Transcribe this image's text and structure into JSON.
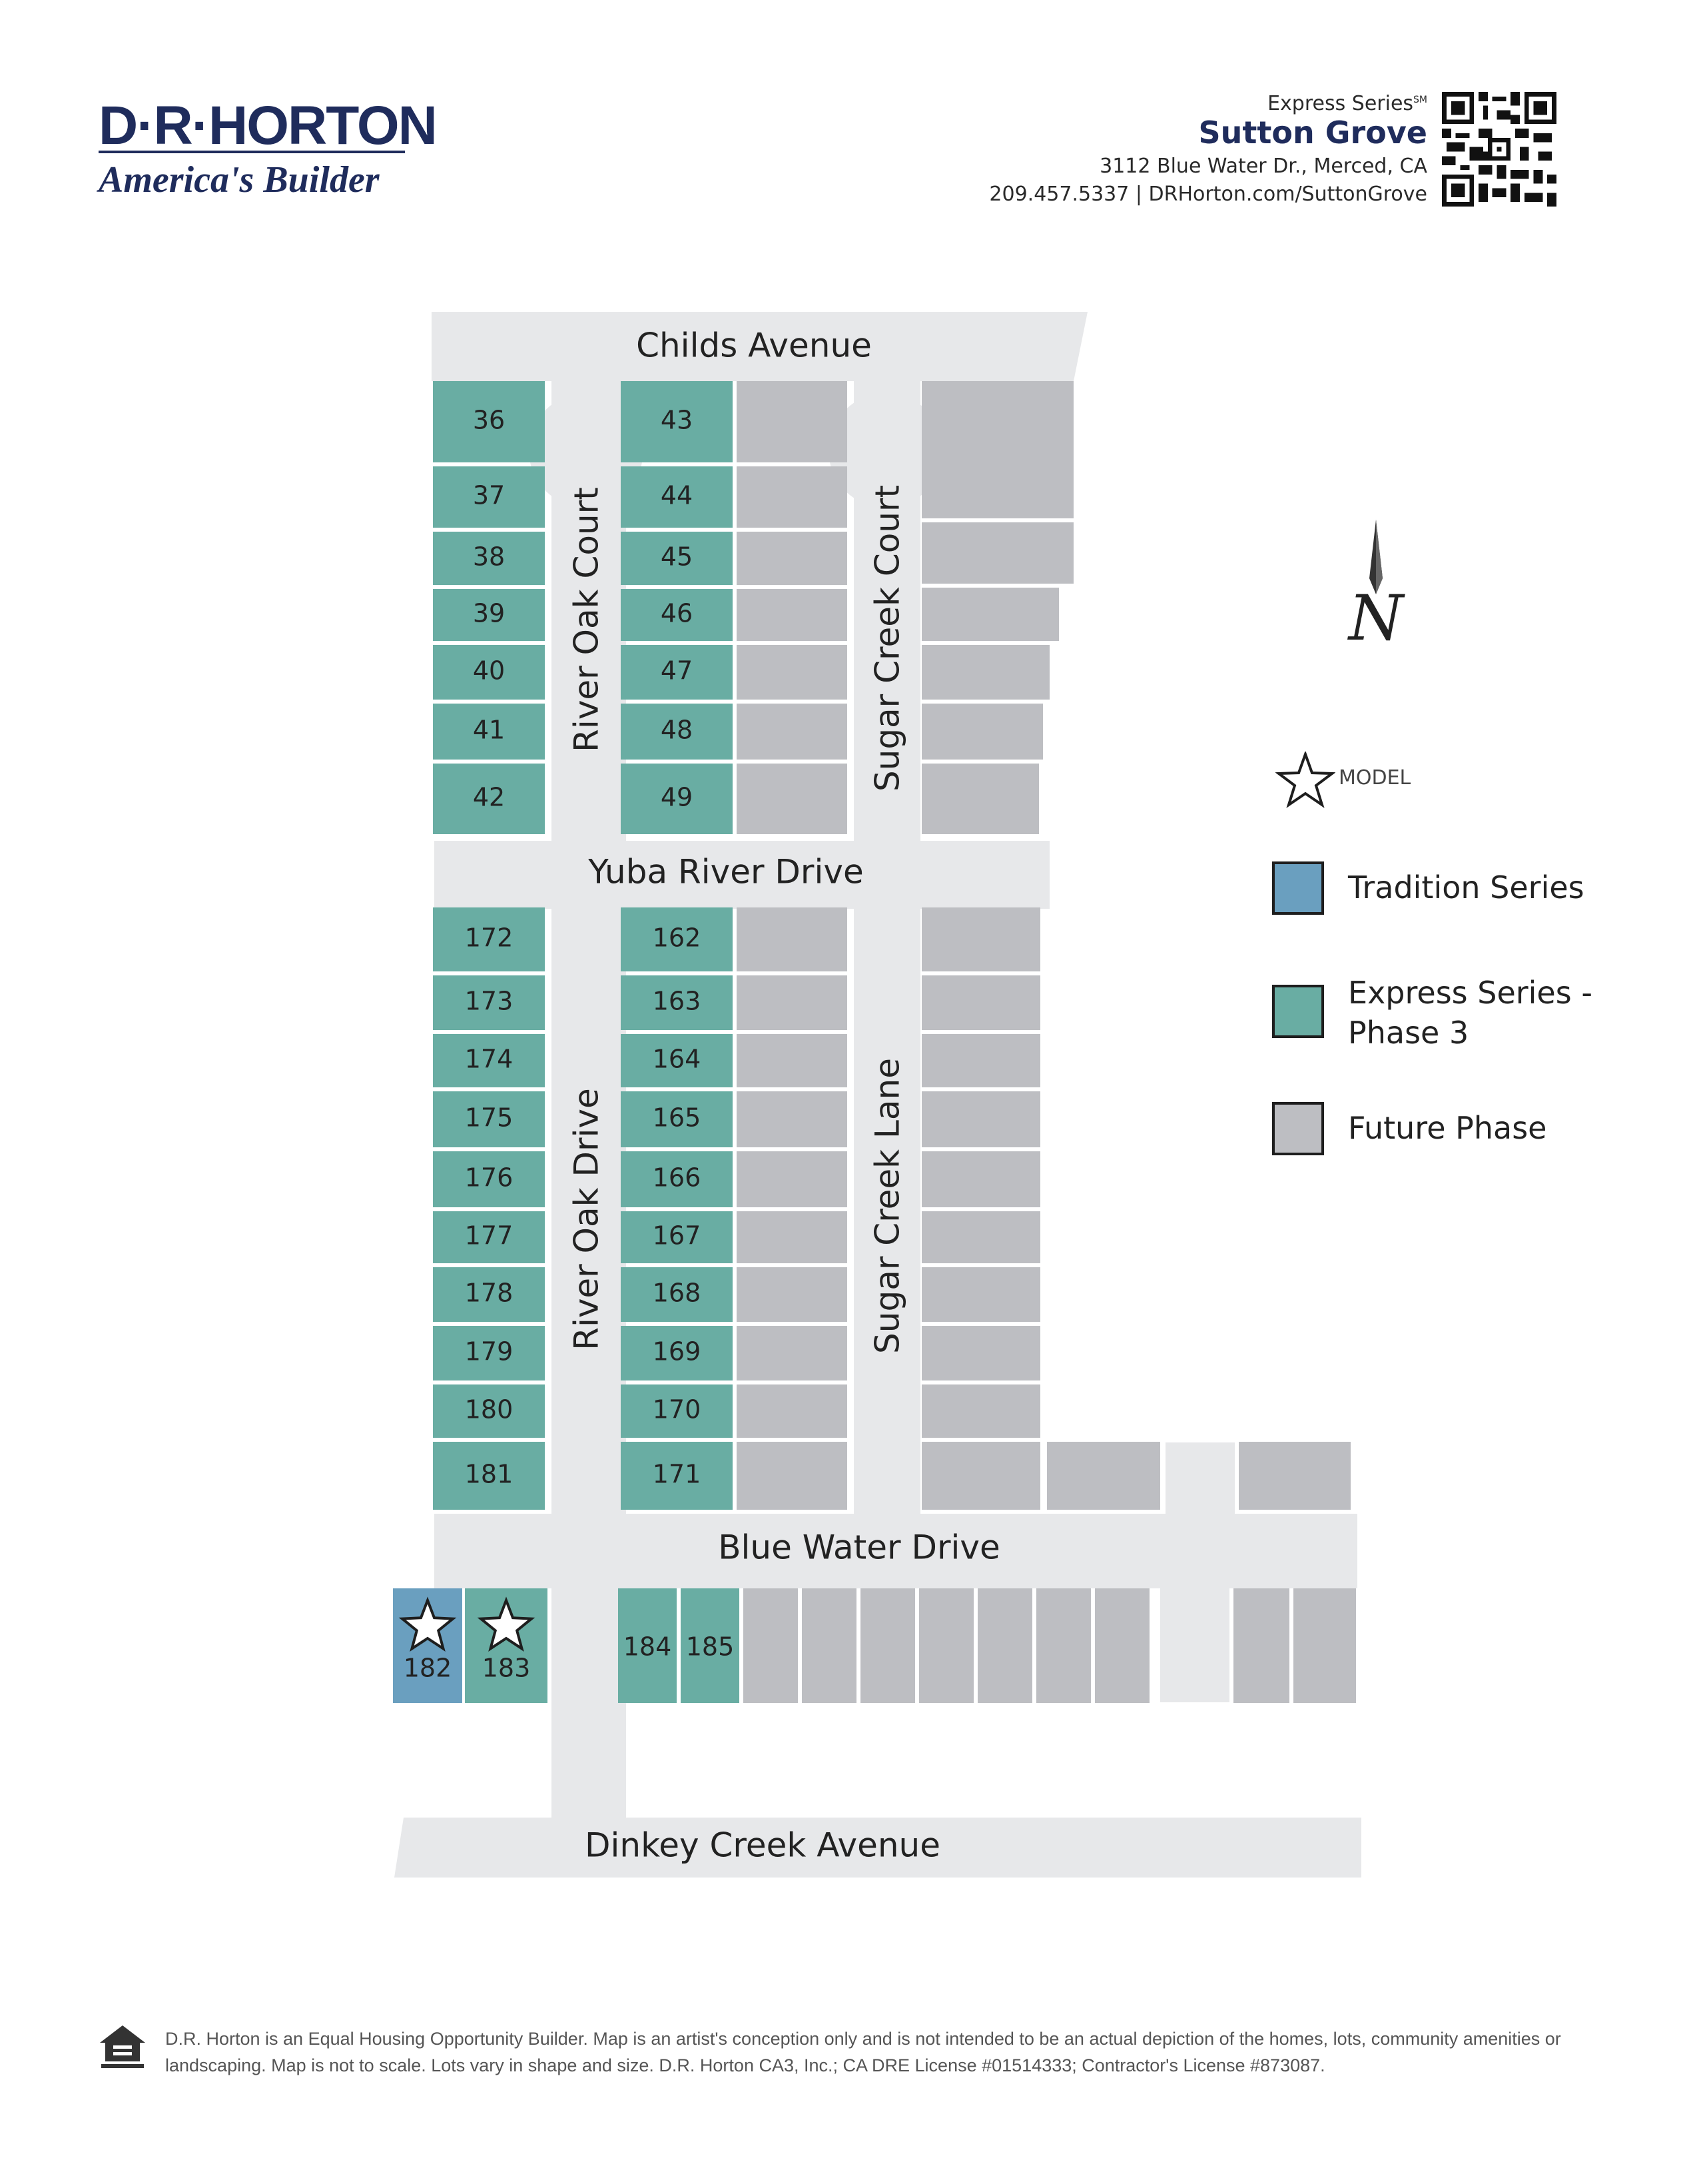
{
  "brand": {
    "logo_text": "D·R·HORTON",
    "tagline": "America's Builder",
    "navy": "#1f2c5c"
  },
  "header": {
    "series": "Express Series",
    "series_mark": "SM",
    "community": "Sutton Grove",
    "address": "3112 Blue Water Dr., Merced, CA",
    "contact": "209.457.5337  |  DRHorton.com/SuttonGrove",
    "qr_icon": "qr-code-icon"
  },
  "colors": {
    "tradition": "#6a9fbf",
    "express": "#69ada3",
    "future": "#bdbec2",
    "road": "#e7e8ea"
  },
  "streets": {
    "childs": "Childs Avenue",
    "yuba": "Yuba River Drive",
    "river_oak_court": "River Oak Court",
    "sugar_creek_court": "Sugar Creek Court",
    "river_oak_drive": "River Oak Drive",
    "sugar_creek_lane": "Sugar Creek Lane",
    "blue_water": "Blue Water Drive",
    "dinkey": "Dinkey Creek Avenue"
  },
  "lots": {
    "west_court": [
      "36",
      "37",
      "38",
      "39",
      "40",
      "41",
      "42"
    ],
    "east_court": [
      "43",
      "44",
      "45",
      "46",
      "47",
      "48",
      "49"
    ],
    "west_drive": [
      "172",
      "173",
      "174",
      "175",
      "176",
      "177",
      "178",
      "179",
      "180",
      "181"
    ],
    "east_drive": [
      "162",
      "163",
      "164",
      "165",
      "166",
      "167",
      "168",
      "169",
      "170",
      "171"
    ],
    "south": [
      {
        "number": "182",
        "series": "tradition",
        "model": true
      },
      {
        "number": "183",
        "series": "express",
        "model": true
      },
      {
        "number": "184",
        "series": "express",
        "model": false
      },
      {
        "number": "185",
        "series": "express",
        "model": false
      }
    ]
  },
  "legend": {
    "model": "MODEL",
    "tradition": "Tradition Series",
    "express_line1": "Express Series -",
    "express_line2": "Phase 3",
    "future": "Future Phase"
  },
  "compass": {
    "letter": "N",
    "icon": "north-arrow-icon"
  },
  "footer": {
    "icon": "equal-housing-icon",
    "text": "D.R. Horton is an Equal Housing Opportunity Builder. Map is an artist's conception only and is not intended to be an actual depiction of the homes, lots, community amenities or landscaping. Map is not to scale. Lots vary in shape and size. D.R. Horton CA3, Inc.; CA DRE License #01514333; Contractor's License #873087."
  }
}
